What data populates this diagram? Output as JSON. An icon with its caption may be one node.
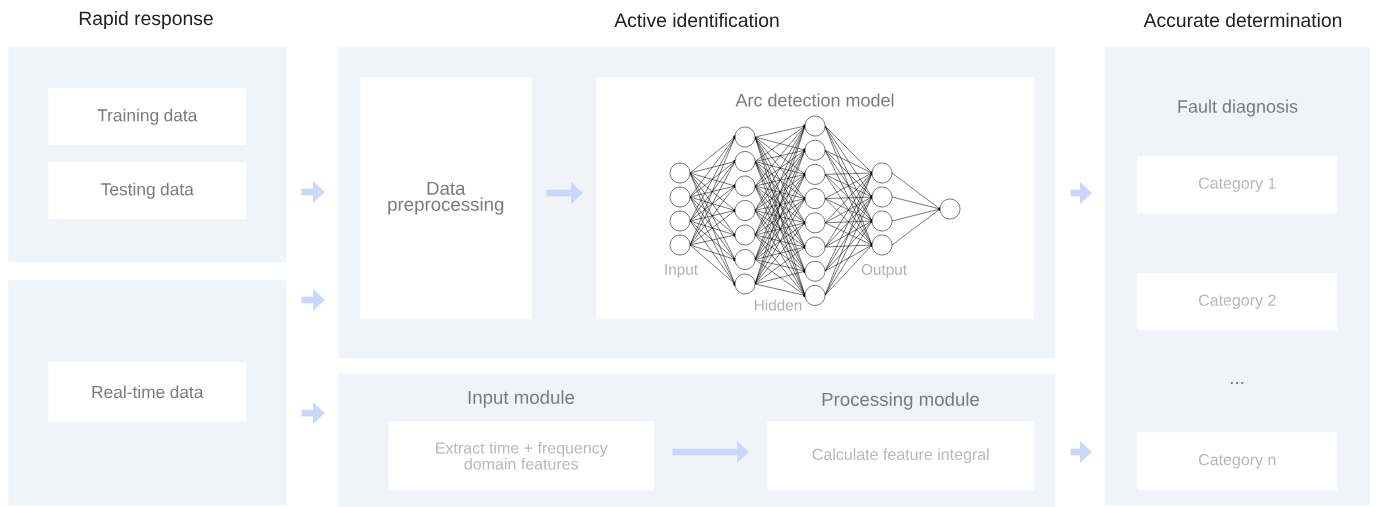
{
  "diagram": {
    "nodes": [
      {
        "text": [],
        "shape": "box"
      },
      {
        "text": [
          "Training data"
        ],
        "in": 0
      },
      {
        "text": [
          "Testing data"
        ],
        "in": 0
      },
      {
        "text": [],
        "shape": "box"
      },
      {
        "text": [
          "Real-time data"
        ],
        "in": 3
      },
      {
        "text": [],
        "shape": "box"
      },
      {
        "text": [
          "Data preprocessing"
        ],
        "in": 5
      },
      {
        "text": [
          "Arc detection model"
        ],
        "in": 5
      },
      {
        "text": [],
        "shape": "box"
      },
      {
        "text": [
          "Input module",
          "Extract time + frequency domain features"
        ],
        "in": 8
      },
      {
        "text": [
          "Processing module",
          "Calculate feature integral"
        ],
        "in": 8
      },
      {
        "text": [
          "Fault diagnosis"
        ]
      },
      {
        "text": [
          "Category 1"
        ],
        "in": 11
      },
      {
        "text": [
          "Category 2"
        ],
        "in": 11
      },
      {
        "text": [
          "Category n"
        ],
        "in": 11
      }
    ],
    "edges": [
      {
        "from": 0,
        "to": 5,
        "arrow": "to"
      },
      {
        "from": 3,
        "to": 5,
        "arrow": "to"
      },
      {
        "from": 3,
        "to": 8,
        "arrow": "to"
      },
      {
        "from": 6,
        "to": 7,
        "arrow": "to"
      },
      {
        "from": 5,
        "to": 11,
        "arrow": "to"
      },
      {
        "from": 9,
        "to": 10,
        "arrow": "to"
      },
      {
        "from": 8,
        "to": 11,
        "arrow": "to"
      }
    ],
    "labels": [
      "Rapid response",
      "Active identification",
      "Accurate determination",
      "Input",
      "Hidden",
      "Output",
      "..."
    ]
  }
}
